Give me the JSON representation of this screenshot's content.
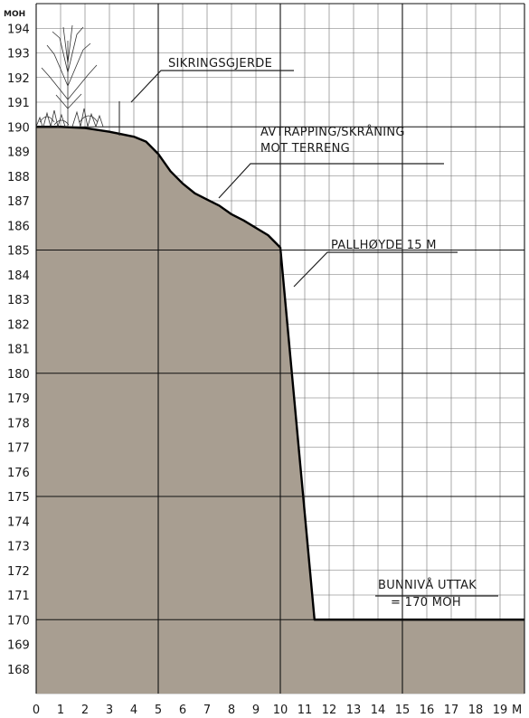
{
  "chart_data": {
    "type": "area",
    "y_unit_label": "MOH",
    "x_unit_label": "M",
    "xlim": [
      0,
      20
    ],
    "ylim": [
      167,
      195
    ],
    "x_ticks": [
      "0",
      "1",
      "2",
      "3",
      "4",
      "5",
      "6",
      "7",
      "8",
      "9",
      "10",
      "11",
      "12",
      "13",
      "14",
      "15",
      "16",
      "17",
      "18",
      "19"
    ],
    "y_ticks": [
      "194",
      "193",
      "192",
      "191",
      "190",
      "189",
      "188",
      "187",
      "186",
      "185",
      "184",
      "183",
      "182",
      "181",
      "180",
      "179",
      "178",
      "177",
      "176",
      "175",
      "174",
      "173",
      "172",
      "171",
      "170",
      "169",
      "168"
    ],
    "grid": "minor every 1 unit, major every 5 units",
    "terrain_profile": {
      "x": [
        0,
        1,
        2,
        3,
        4,
        4.5,
        5,
        5.5,
        6,
        6.5,
        7,
        7.5,
        8,
        8.5,
        9,
        9.5,
        10,
        11.4,
        20
      ],
      "y": [
        190,
        190,
        189.95,
        189.8,
        189.6,
        189.4,
        188.9,
        188.2,
        187.7,
        187.3,
        187.05,
        186.8,
        186.45,
        186.2,
        185.9,
        185.6,
        185.1,
        170,
        170
      ]
    },
    "fill_color": "#a89e91",
    "annotations": [
      {
        "lines": [
          "SIKRINGSGJERDE"
        ]
      },
      {
        "lines": [
          "AVTRAPPING/SKRÅNING",
          "MOT TERRENG"
        ]
      },
      {
        "lines": [
          "PALLHØYDE 15 M"
        ]
      },
      {
        "lines": [
          "BUNNIVÅ UTTAK",
          "= 170 MOH"
        ]
      }
    ]
  }
}
